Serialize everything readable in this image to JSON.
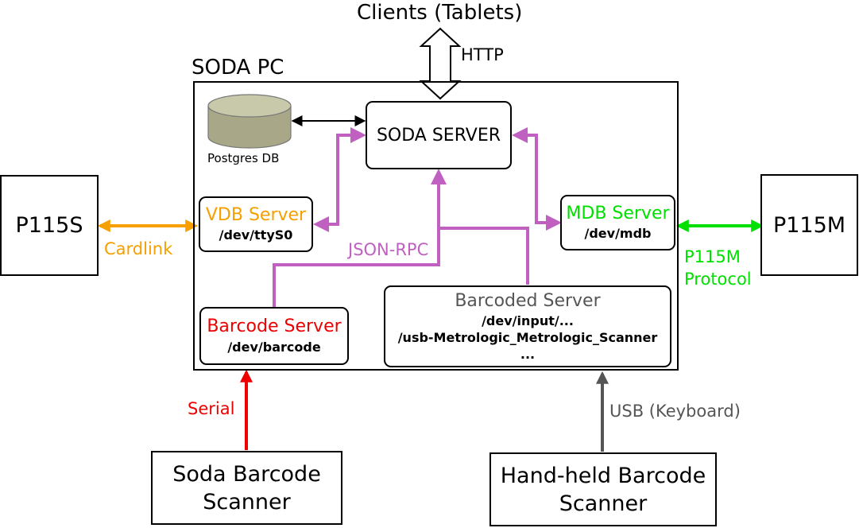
{
  "title_clients": "Clients (Tablets)",
  "http_label": "HTTP",
  "soda_pc_label": "SODA PC",
  "soda_server": "SODA SERVER",
  "postgres_db": "Postgres DB",
  "vdb_server": {
    "name": "VDB Server",
    "path": "/dev/ttyS0"
  },
  "mdb_server": {
    "name": "MDB Server",
    "path": "/dev/mdb"
  },
  "barcode_server": {
    "name": "Barcode Server",
    "path": "/dev/barcode"
  },
  "barcoded_server": {
    "name": "Barcoded Server",
    "path_lines": [
      "/dev/input/...",
      "/usb-Metrologic_Metrologic_Scanner",
      "..."
    ]
  },
  "json_rpc_label": "JSON-RPC",
  "p115s": "P115S",
  "p115m": "P115M",
  "cardlink_label": "Cardlink",
  "p115m_protocol_lines": [
    "P115M",
    "Protocol"
  ],
  "serial_label": "Serial",
  "usb_label": "USB (Keyboard)",
  "soda_scanner_lines": [
    "Soda Barcode",
    "Scanner"
  ],
  "handheld_scanner_lines": [
    "Hand-held Barcode",
    "Scanner"
  ],
  "colors": {
    "cardlink": "#f5a000",
    "mdb": "#00e000",
    "serial": "#ee0000",
    "jsonrpc": "#c060c0",
    "usb": "#555555",
    "black": "#000000"
  }
}
